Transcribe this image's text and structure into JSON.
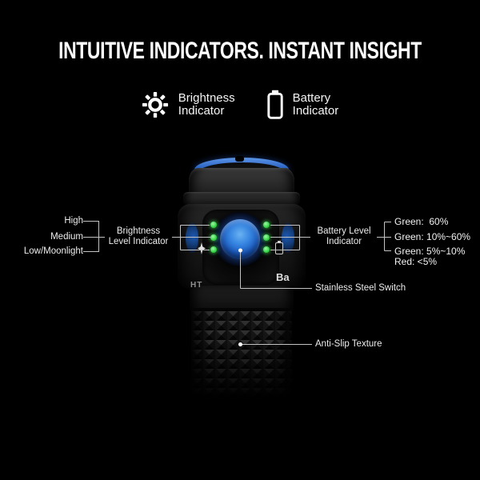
{
  "title": "INTUITIVE INDICATORS. INSTANT INSIGHT",
  "legend": {
    "brightness": {
      "icon": "brightness-sun-icon",
      "line1": "Brightness",
      "line2": "Indicator"
    },
    "battery": {
      "icon": "battery-icon",
      "line1": "Battery",
      "line2": "Indicator"
    }
  },
  "brightness_callout": {
    "levels": [
      "High",
      "Medium",
      "Low/Moonlight"
    ],
    "label_line1": "Brightness",
    "label_line2": "Level Indicator"
  },
  "battery_callout": {
    "label_line1": "Battery Level",
    "label_line2": "Indicator",
    "values": [
      "Green:  60%",
      "Green: 10%~60%",
      "Green: 5%~10%",
      "Red: <5%"
    ]
  },
  "part_callouts": {
    "switch": "Stainless Steel Switch",
    "texture": "Anti-Slip Texture"
  },
  "flashlight": {
    "body_text_left": "HT",
    "body_text_right": "Ba",
    "led_count_per_side": 3
  },
  "colors": {
    "background": "#000000",
    "switch_blue": "#2d78d8",
    "bezel_blue": "#2e66c4",
    "led_green": "#3bd84a",
    "callout_line_gray": "#c2c2c2"
  }
}
